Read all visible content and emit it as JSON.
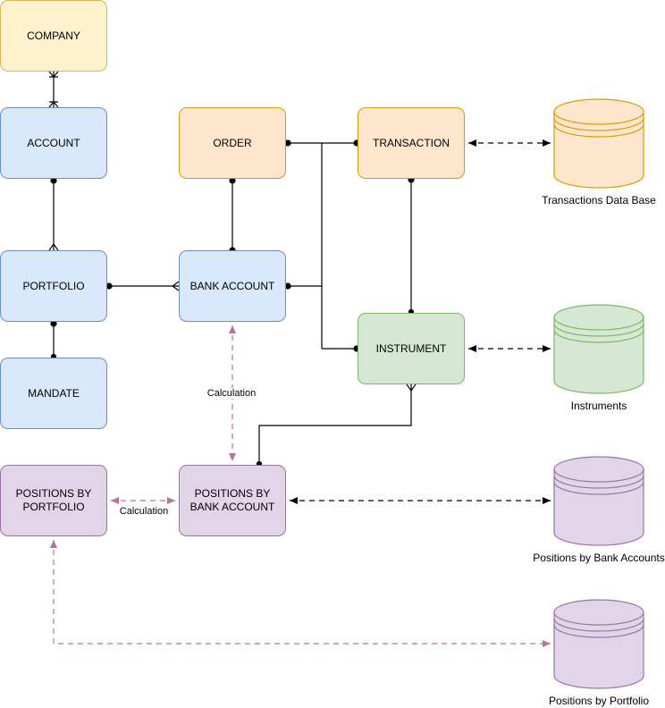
{
  "entities": {
    "company": "COMPANY",
    "account": "ACCOUNT",
    "portfolio": "PORTFOLIO",
    "mandate": "MANDATE",
    "order": "ORDER",
    "bank_account": "BANK ACCOUNT",
    "transaction": "TRANSACTION",
    "instrument": "INSTRUMENT",
    "positions_by_portfolio": "POSITIONS BY\nPORTFOLIO",
    "positions_by_bank_account": "POSITIONS BY\nBANK ACCOUNT"
  },
  "databases": {
    "transactions": "Transactions Data Base",
    "instruments": "Instruments",
    "positions_bank_accounts": "Positions by Bank Accounts",
    "positions_portfolio": "Positions by Portfolio"
  },
  "edge_labels": {
    "calc_vertical": "Calculation",
    "calc_horizontal": "Calculation"
  },
  "colors": {
    "yellow_fill": "#fff2cc",
    "yellow_stroke": "#d6b656",
    "blue_fill": "#dae8fc",
    "blue_stroke": "#6c8ebf",
    "orange_fill": "#ffe6cc",
    "orange_stroke": "#d79b00",
    "green_fill": "#d5e8d4",
    "green_stroke": "#82b366",
    "purple_fill": "#e1d5e7",
    "purple_stroke": "#9673a6"
  }
}
